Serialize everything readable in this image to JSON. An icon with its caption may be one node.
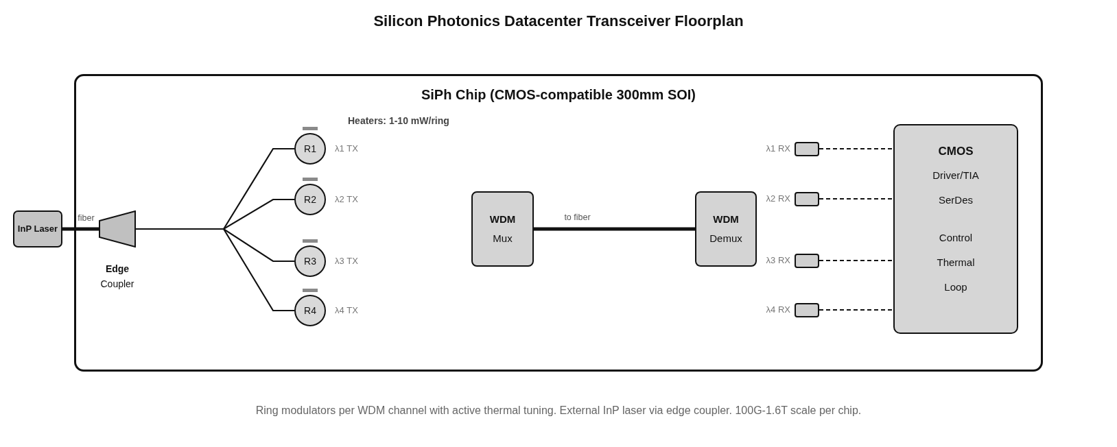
{
  "diagram": {
    "title": "Silicon Photonics Datacenter Transceiver Floorplan",
    "caption": "Ring modulators per WDM channel with active thermal tuning. External InP laser via edge coupler. 100G-1.6T scale per chip.",
    "nodes": [
      {
        "text": [
          "SiPh Chip (CMOS-compatible 300mm SOI)"
        ]
      },
      {
        "text": [
          "InP Laser"
        ]
      },
      {
        "text": [
          "Edge",
          "Coupler"
        ],
        "in": 0
      },
      {
        "text": [
          "R1"
        ],
        "in": 0,
        "beside": [
          "λ1 TX"
        ]
      },
      {
        "text": [
          "R2"
        ],
        "in": 0,
        "beside": [
          "λ2 TX"
        ]
      },
      {
        "text": [
          "R3"
        ],
        "in": 0,
        "beside": [
          "λ3 TX"
        ]
      },
      {
        "text": [
          "R4"
        ],
        "in": 0,
        "beside": [
          "λ4 TX"
        ]
      },
      {
        "text": [
          "WDM",
          "Mux"
        ],
        "in": 0
      },
      {
        "text": [
          "WDM",
          "Demux"
        ],
        "in": 0
      },
      {
        "text": [],
        "shape": "box",
        "in": 0,
        "beside": [
          "λ1 RX"
        ]
      },
      {
        "text": [],
        "shape": "box",
        "in": 0,
        "beside": [
          "λ2 RX"
        ]
      },
      {
        "text": [],
        "shape": "box",
        "in": 0,
        "beside": [
          "λ3 RX"
        ]
      },
      {
        "text": [],
        "shape": "box",
        "in": 0,
        "beside": [
          "λ4 RX"
        ]
      },
      {
        "text": [
          "CMOS",
          "Driver/TIA",
          "SerDes",
          "Control Thermal Loop"
        ],
        "in": 0
      }
    ],
    "edges": [
      {
        "from": 1,
        "to": 2,
        "arrow": "none",
        "label": "fiber",
        "style": "thick"
      },
      {
        "from": 2,
        "to": 3,
        "arrow": "none"
      },
      {
        "from": 2,
        "to": 4,
        "arrow": "none"
      },
      {
        "from": 2,
        "to": 5,
        "arrow": "none"
      },
      {
        "from": 2,
        "to": 6,
        "arrow": "none"
      },
      {
        "from": 7,
        "to": 8,
        "arrow": "none",
        "label": "to fiber",
        "style": "thick"
      },
      {
        "from": 9,
        "to": 13,
        "arrow": "none",
        "style": "dashed"
      },
      {
        "from": 10,
        "to": 13,
        "arrow": "none",
        "style": "dashed"
      },
      {
        "from": 11,
        "to": 13,
        "arrow": "none",
        "style": "dashed"
      },
      {
        "from": 12,
        "to": 13,
        "arrow": "none",
        "style": "dashed"
      }
    ],
    "labels": [
      "Heaters: 1-10 mW/ring"
    ]
  }
}
